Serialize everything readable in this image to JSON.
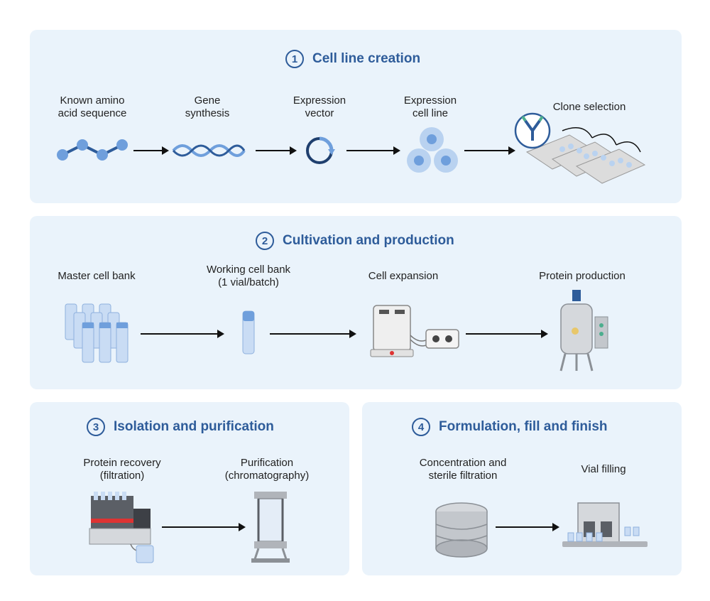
{
  "panels": [
    {
      "number": "1",
      "title": "Cell line creation",
      "steps": [
        {
          "label": "Known amino\nacid sequence"
        },
        {
          "label": "Gene\nsynthesis"
        },
        {
          "label": "Expression\nvector"
        },
        {
          "label": "Expression\ncell line"
        },
        {
          "label": "Clone selection"
        }
      ]
    },
    {
      "number": "2",
      "title": "Cultivation and production",
      "steps": [
        {
          "label": "Master cell bank"
        },
        {
          "label": "Working cell bank\n(1 vial/batch)"
        },
        {
          "label": "Cell expansion"
        },
        {
          "label": "Protein production"
        }
      ]
    },
    {
      "number": "3",
      "title": "Isolation and purification",
      "steps": [
        {
          "label": "Protein recovery\n(filtration)"
        },
        {
          "label": "Purification\n(chromatography)"
        }
      ]
    },
    {
      "number": "4",
      "title": "Formulation, fill and finish",
      "steps": [
        {
          "label": "Concentration and\nsterile filtration"
        },
        {
          "label": "Vial filling"
        }
      ]
    }
  ],
  "icons": {
    "p1": [
      "amino-acid-chain-icon",
      "dna-helix-icon",
      "plasmid-vector-icon",
      "cells-icon",
      "antibody-well-plates-icon"
    ],
    "p2": [
      "cryovial-rack-icon",
      "cryovial-icon",
      "bioreactor-bag-icon",
      "steel-bioreactor-icon"
    ],
    "p3": [
      "filtration-system-icon",
      "chromatography-column-icon"
    ],
    "p4": [
      "filter-stack-icon",
      "vial-filling-machine-icon"
    ]
  },
  "colors": {
    "panel_bg": "#eaf3fb",
    "title": "#2e5c9a",
    "icon_blue": "#6f9fdc",
    "arrow": "#111111"
  }
}
